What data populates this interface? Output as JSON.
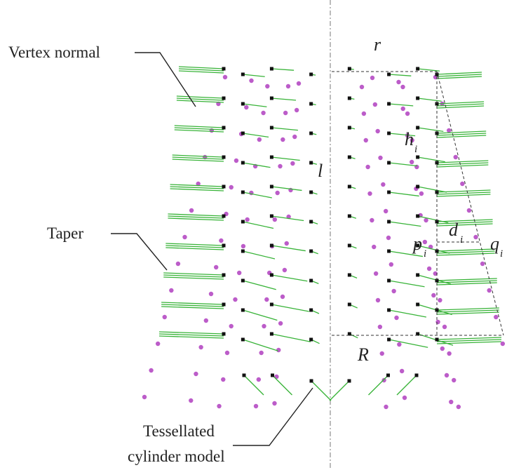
{
  "callouts": {
    "vertex_normal": "Vertex normal",
    "taper": "Taper",
    "tessellated_line1": "Tessellated",
    "tessellated_line2": "cylinder model"
  },
  "symbols": {
    "r": "r",
    "l": "l",
    "h": "h",
    "h_sub": "i",
    "d": "d",
    "d_sub": "i",
    "p": "p",
    "p_sub": "i",
    "q": "q",
    "q_sub": "i",
    "R": "R"
  },
  "colors": {
    "normal_line": "#38b338",
    "vertex_dot": "#111111",
    "taper_dot": "#b040c0",
    "dashed_line": "#333333"
  }
}
